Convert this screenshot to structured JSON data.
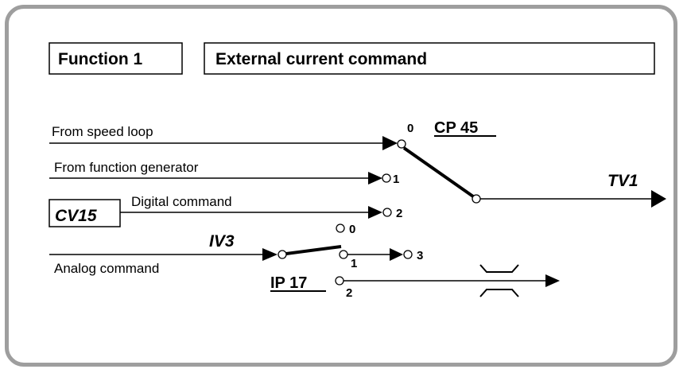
{
  "header": {
    "function_label": "Function 1",
    "title": "External current command"
  },
  "inputs": {
    "speed_loop": "From speed loop",
    "function_generator": "From function generator",
    "digital_param": "CV15",
    "digital_command": "Digital command",
    "analog_command": "Analog command"
  },
  "switches": {
    "cp_param": "CP 45",
    "iv_param": "IV3",
    "ip_param": "IP 17",
    "pos0": "0",
    "pos1": "1",
    "pos2": "2",
    "pos3": "3",
    "sw2_pos0": "0",
    "sw2_pos1": "1",
    "sw3_pos2": "2"
  },
  "output": {
    "tv_param": "TV1"
  },
  "colors": {
    "frame": "#9e9e9e",
    "line": "#000000",
    "background": "#ffffff"
  }
}
